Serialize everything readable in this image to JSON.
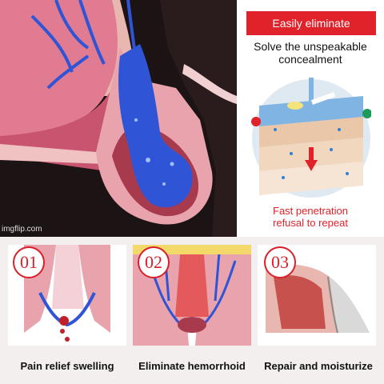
{
  "hero": {
    "watermark": "imgflip.com"
  },
  "right_panel": {
    "banner": "Easily eliminate",
    "subtitle_line1": "Solve the unspeakable",
    "subtitle_line2": "concealment",
    "caption_line1": "Fast penetration",
    "caption_line2": "refusal to repeat"
  },
  "steps": [
    {
      "number": "01",
      "caption": "Pain relief swelling"
    },
    {
      "number": "02",
      "caption": "Eliminate hemorrhoid"
    },
    {
      "number": "03",
      "caption": "Repair and moisturize"
    }
  ],
  "colors": {
    "accent_red": "#e0222a",
    "vein_blue": "#2f55d6",
    "tissue_pink": "#e59ab0"
  }
}
